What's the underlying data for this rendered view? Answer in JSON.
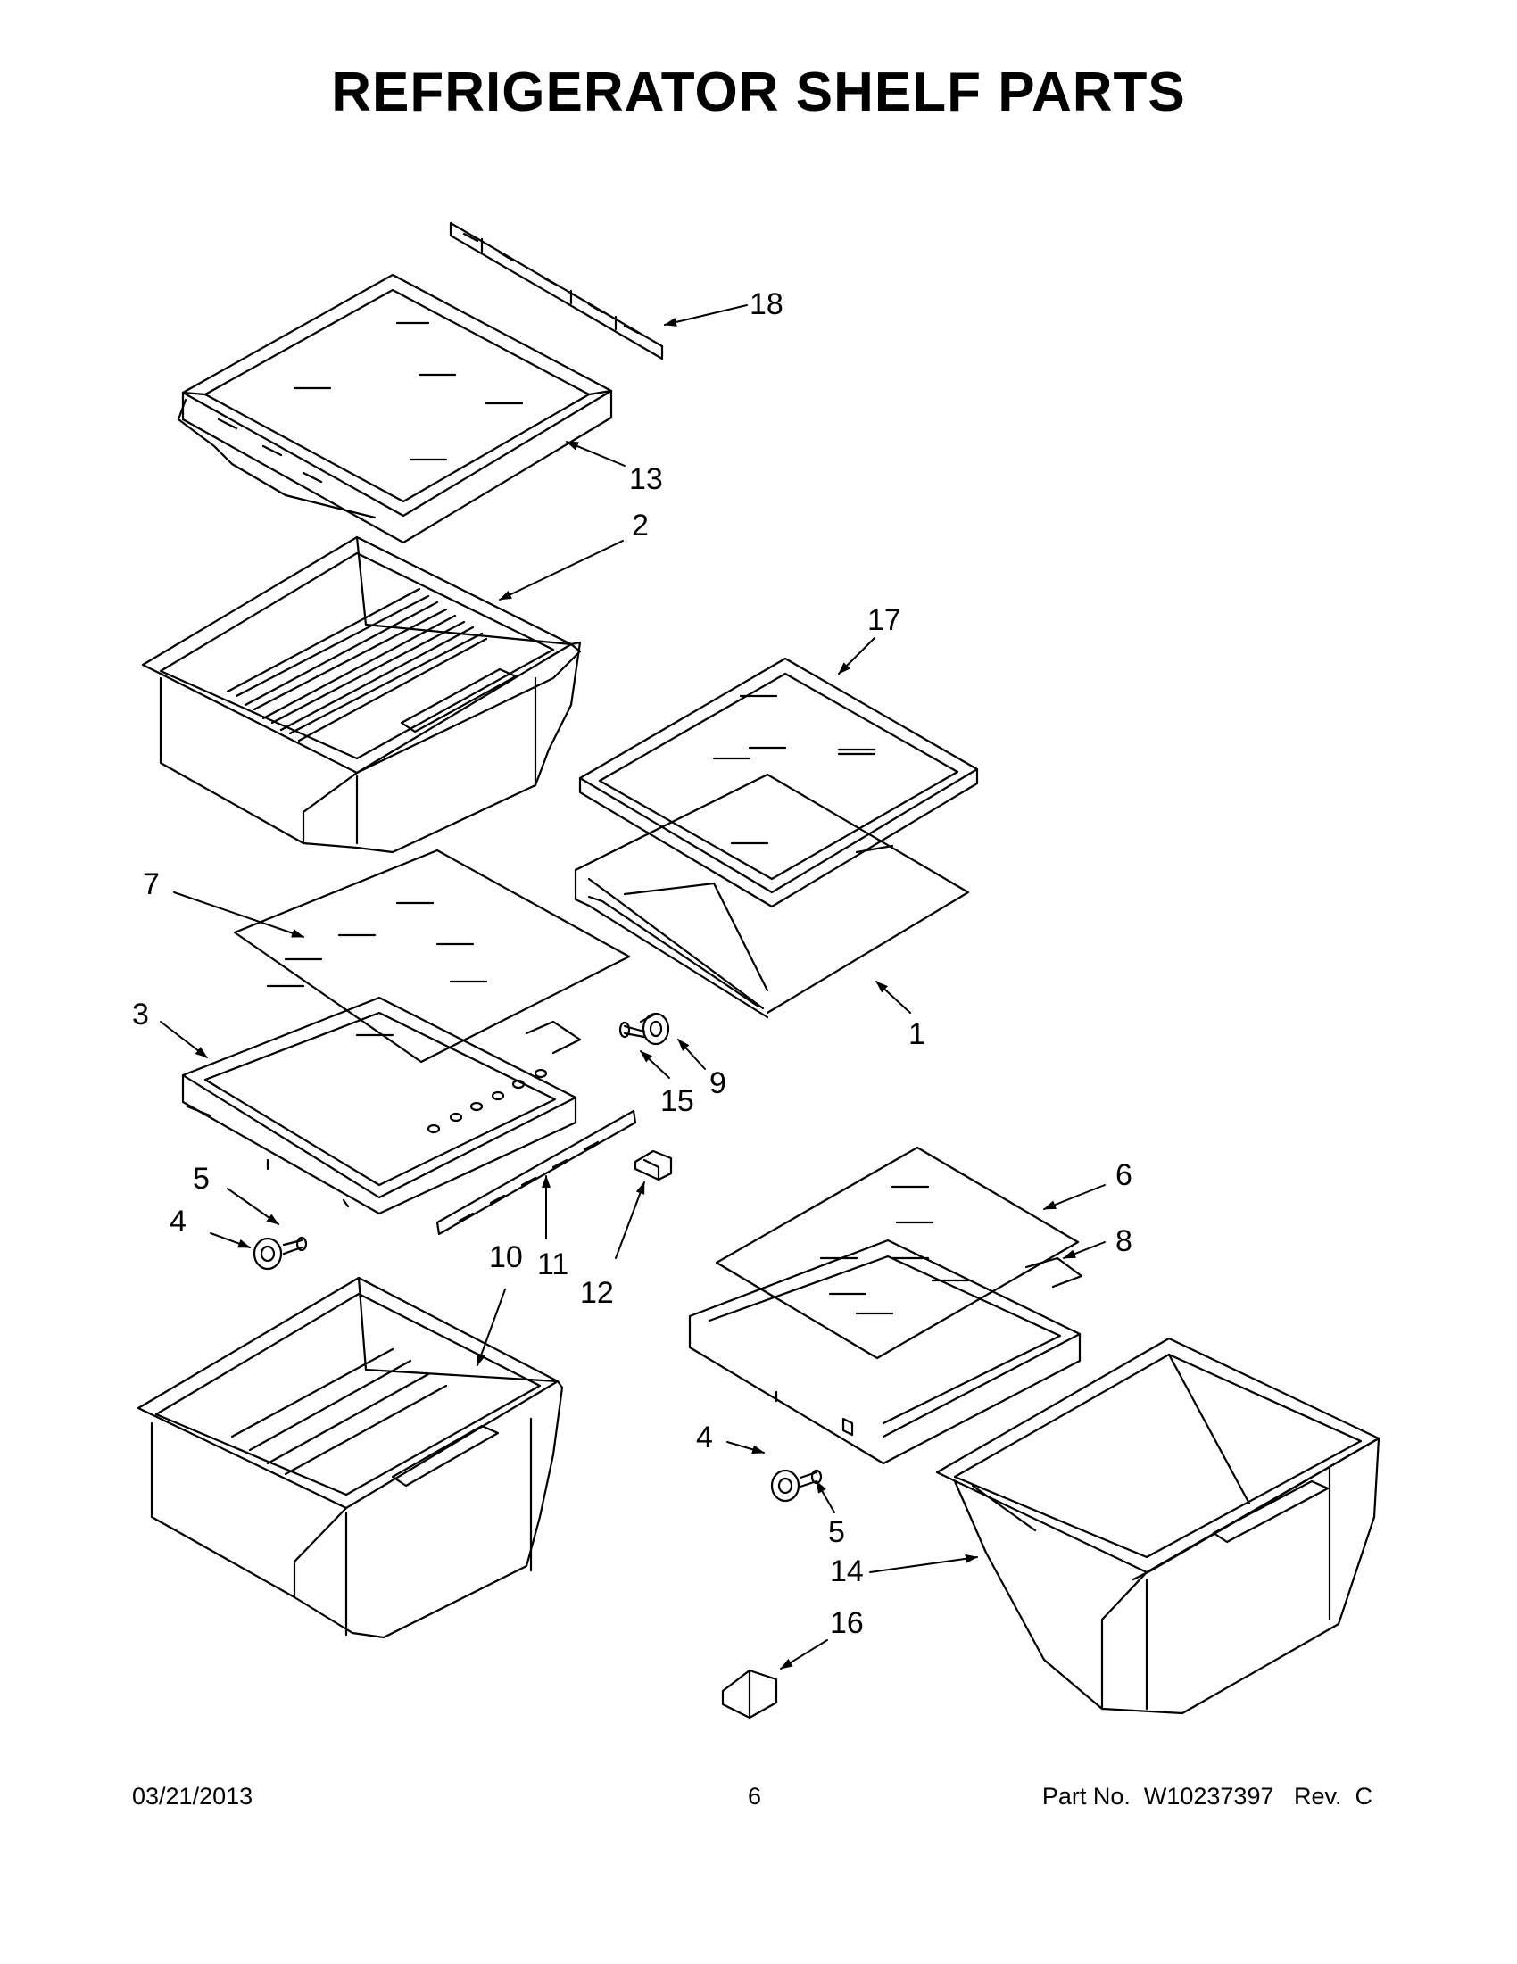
{
  "title": "REFRIGERATOR SHELF PARTS",
  "footer": {
    "date": "03/21/2013",
    "page": "6",
    "part_no": "Part No.  W10237397   Rev.  C"
  },
  "callouts": {
    "c18": "18",
    "c13": "13",
    "c2": "2",
    "c17": "17",
    "c7": "7",
    "c1": "1",
    "c3": "3",
    "c9": "9",
    "c15": "15",
    "c5a": "5",
    "c4a": "4",
    "c11": "11",
    "c12": "12",
    "c6": "6",
    "c8": "8",
    "c10": "10",
    "c4b": "4",
    "c5b": "5",
    "c14": "14",
    "c16": "16"
  }
}
